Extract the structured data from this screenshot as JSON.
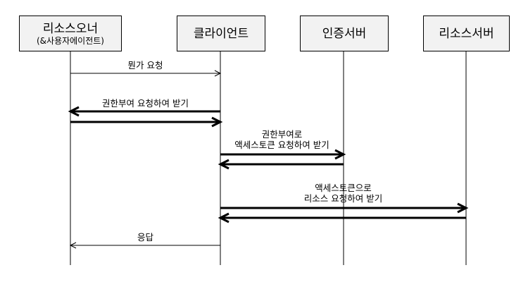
{
  "participants": [
    {
      "id": "resource-owner",
      "label": "리소스오너",
      "sublabel": "(&사용자에이전트)"
    },
    {
      "id": "client",
      "label": "클라이언트",
      "sublabel": ""
    },
    {
      "id": "auth-server",
      "label": "인증서버",
      "sublabel": ""
    },
    {
      "id": "resource-server",
      "label": "리소스서버",
      "sublabel": ""
    }
  ],
  "messages": [
    {
      "id": "request-something",
      "label": "뭔가 요청",
      "from": "resource-owner",
      "to": "client"
    },
    {
      "id": "auth-grant-request",
      "label": "권한부여 요청하여 받기",
      "from": "client",
      "to": "resource-owner",
      "return_to": "client"
    },
    {
      "id": "token-request",
      "label_line1": "권한부여로",
      "label_line2": "액세스토큰 요청하여 받기",
      "from": "client",
      "to": "auth-server",
      "return_to": "client"
    },
    {
      "id": "resource-request",
      "label_line1": "액세스토큰으로",
      "label_line2": "리소스 요청하여 받기",
      "from": "client",
      "to": "resource-server",
      "return_to": "client"
    },
    {
      "id": "response",
      "label": "응답",
      "from": "client",
      "to": "resource-owner"
    }
  ]
}
